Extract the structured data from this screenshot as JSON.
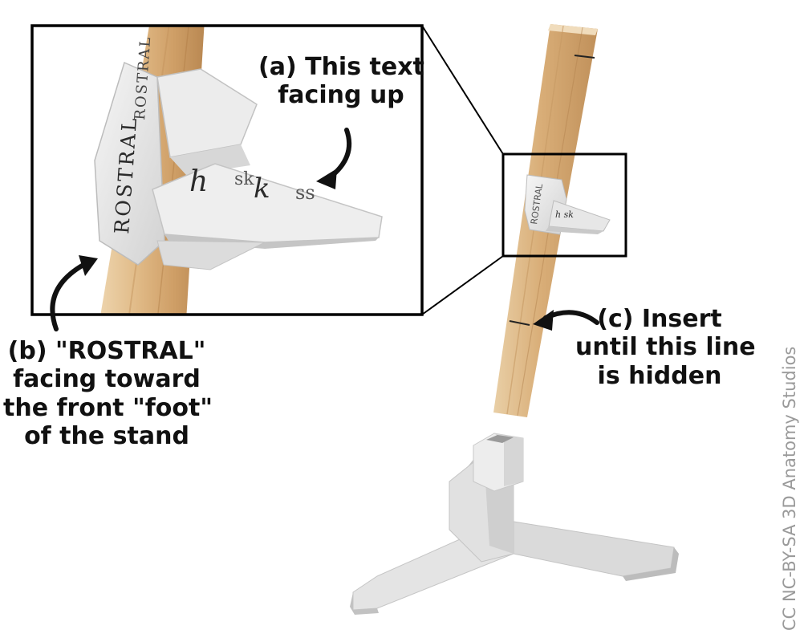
{
  "annotations": {
    "a": [
      "(a) This text",
      "facing up"
    ],
    "b": [
      "(b) \"ROSTRAL\"",
      "facing toward",
      "the front \"foot\"",
      "of the stand"
    ],
    "c": [
      "(c) Insert",
      "until this line",
      "is hidden"
    ]
  },
  "part_engraving": "ROSTRAL",
  "license": "CC NC-BY-SA 3D Anatomy Studios",
  "colors": {
    "wood_light": "#e6c69c",
    "wood_mid": "#d4a66e",
    "wood_dark": "#b98a52",
    "plastic": "#e9e9e9",
    "plastic_shade": "#cdcdcd",
    "outline": "#000000"
  }
}
